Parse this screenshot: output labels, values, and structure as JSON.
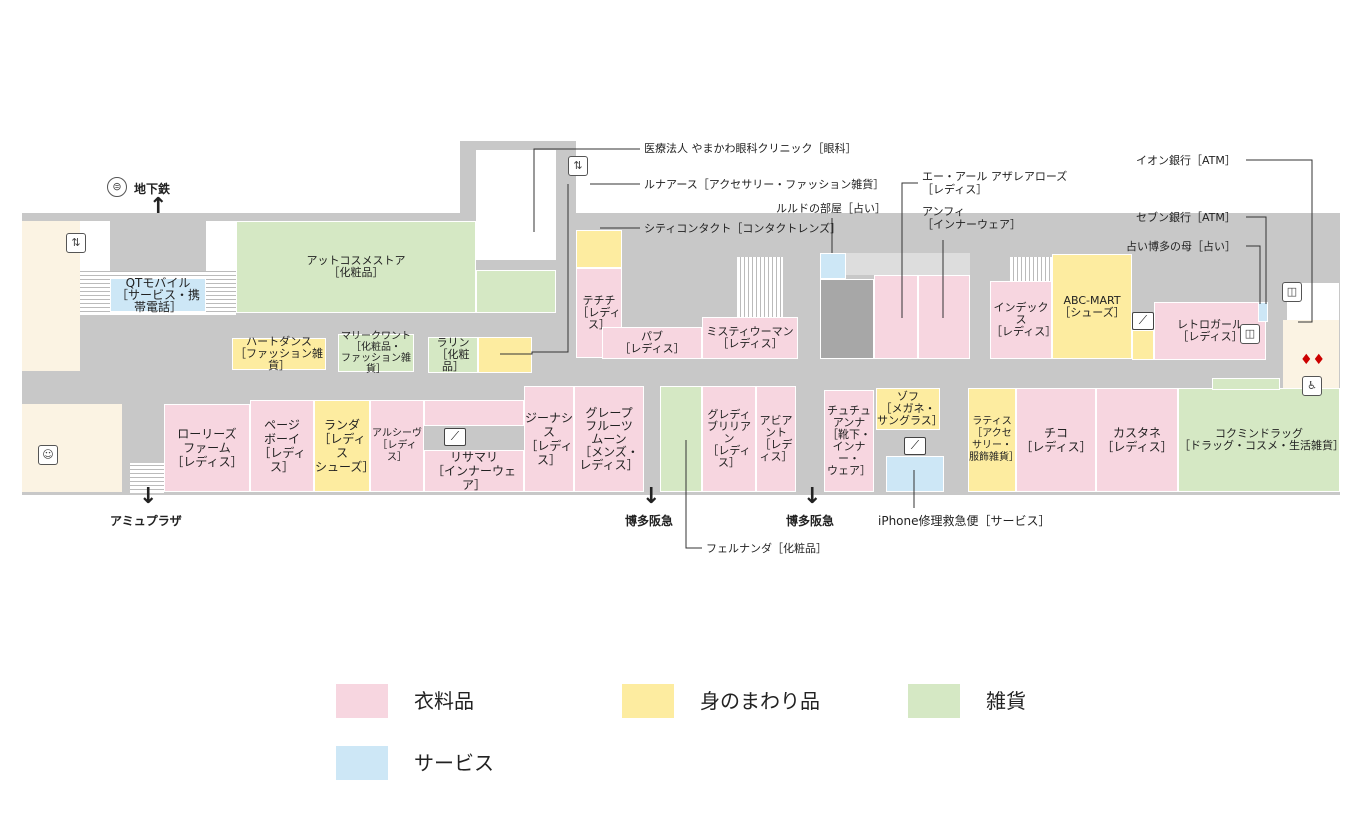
{
  "exits": {
    "subway": "地下鉄",
    "amu_plaza": "アミュプラザ",
    "hakata_hankyu_1": "博多阪急",
    "hakata_hankyu_2": "博多阪急"
  },
  "shops": {
    "qt_mobile": "QTモバイル\n［サービス・携帯電話］",
    "at_cosme": "アットコスメストア\n［化粧品］",
    "heart_dance": "ハートダンス\n［ファッション雑貨］",
    "mary_quant": "マリークワント\n［化粧品・\nファッション雑貨］",
    "larin": "ラリン\n［化粧品］",
    "techichi": "テチチ\n［レディス］",
    "pub": "パブ\n［レディス］",
    "mysty_woman": "ミスティウーマン\n［レディス］",
    "inddex": "インデックス\n［レディス］",
    "abc_mart": "ABC-MART\n［シューズ］",
    "retro_girl": "レトロガール\n［レディス］",
    "lowrys_farm": "ローリーズ\nファーム\n［レディス］",
    "page_boy": "ページ\nボーイ\n［レディス］",
    "randa": "ランダ\n［レディス\nシューズ］",
    "alcyve": "アルシーヴ\n［レディス］",
    "risamari": "リサマリ\n［インナーウェア］",
    "genesis": "ジーナシス\n［レディス］",
    "grapefruit_moon": "グレープ\nフルーツ\nムーン\n［メンズ・\nレディス］",
    "gredi_brilliant": "グレディ\nブリリアン\n［レディス］",
    "aviant": "アビアント\n［レディス］",
    "tutuanna": "チュチュ\nアンナ\n［靴下・\nインナー・\nウェア］",
    "zoff": "ゾフ\n［メガネ・\nサングラス］",
    "latticce": "ラティス\n［アクセサリー・\n服飾雑貨］",
    "chico": "チコ\n［レディス］",
    "castane": "カスタネ\n［レディス］",
    "kokumin": "コクミンドラッグ\n［ドラッグ・コスメ・生活雑貨］"
  },
  "callouts": {
    "yamakawa": "医療法人 やまかわ眼科クリニック［眼科］",
    "lunarth": "ルナアース［アクセサリー・ファッション雑貨］",
    "city_contact": "シティコンタクト［コンタクトレンズ］",
    "lulud": "ルルドの部屋［占い］",
    "ar_azalea": "エー・アール アザレアローズ\n［レディス］",
    "amphi": "アンフィ\n［インナーウェア］",
    "aeon_atm": "イオン銀行［ATM］",
    "seven_atm": "セブン銀行［ATM］",
    "uranai_hakata": "占い博多の母［占い］",
    "iphone_repair": "iPhone修理救急便［サービス］",
    "fernanda": "フェルナンダ［化粧品］"
  },
  "legend": [
    {
      "label": "衣料品",
      "color": "#f7d6e0"
    },
    {
      "label": "身のまわり品",
      "color": "#fdeca0"
    },
    {
      "label": "雑貨",
      "color": "#d5e8c4"
    },
    {
      "label": "サービス",
      "color": "#cde7f6"
    }
  ],
  "icons": [
    "subway-icon",
    "elevator-icon",
    "escalator-icon",
    "toilet-icon",
    "baby-room-icon",
    "fitting-room-icon",
    "arrow-up-icon",
    "arrow-down-icon"
  ]
}
